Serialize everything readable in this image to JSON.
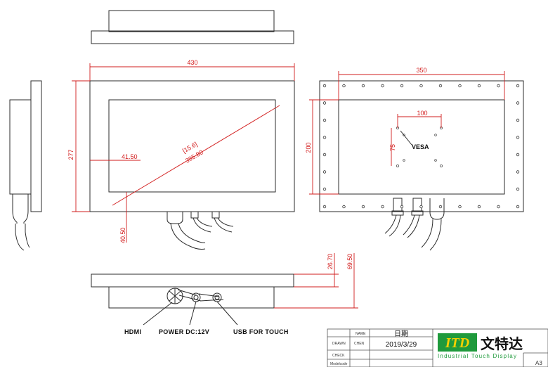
{
  "dimensions": {
    "total_width": "430",
    "total_height": "277",
    "back_width": "350",
    "back_height": "200",
    "vesa_h": "100",
    "vesa_v": "75",
    "vesa_label": "VESA",
    "diag_inch": "[15.6]",
    "diag_mm": "395.80",
    "left_offset": "41.50",
    "bottom_offset": "40.50",
    "depth_1": "26.70",
    "depth_2": "69.50"
  },
  "connectors": {
    "hdmi": "HDMI",
    "power": "POWER DC:12V",
    "usb": "USB FOR TOUCH"
  },
  "title_block": {
    "name_label": "NAME",
    "draw_label": "DRAWN",
    "draw_name": "CHEN",
    "check_label": "CHECK",
    "model_label": "Modelcode",
    "date_label": "日期",
    "date_value": "2019/3/29",
    "sheet": "A3"
  },
  "logo": {
    "letters": "ITD",
    "chinese": "文特达",
    "tagline": "Industrial Touch Display"
  },
  "colors": {
    "dimension": "#d21c1c",
    "logo_green": "#1f9a3c",
    "line": "#2b2b2b"
  }
}
